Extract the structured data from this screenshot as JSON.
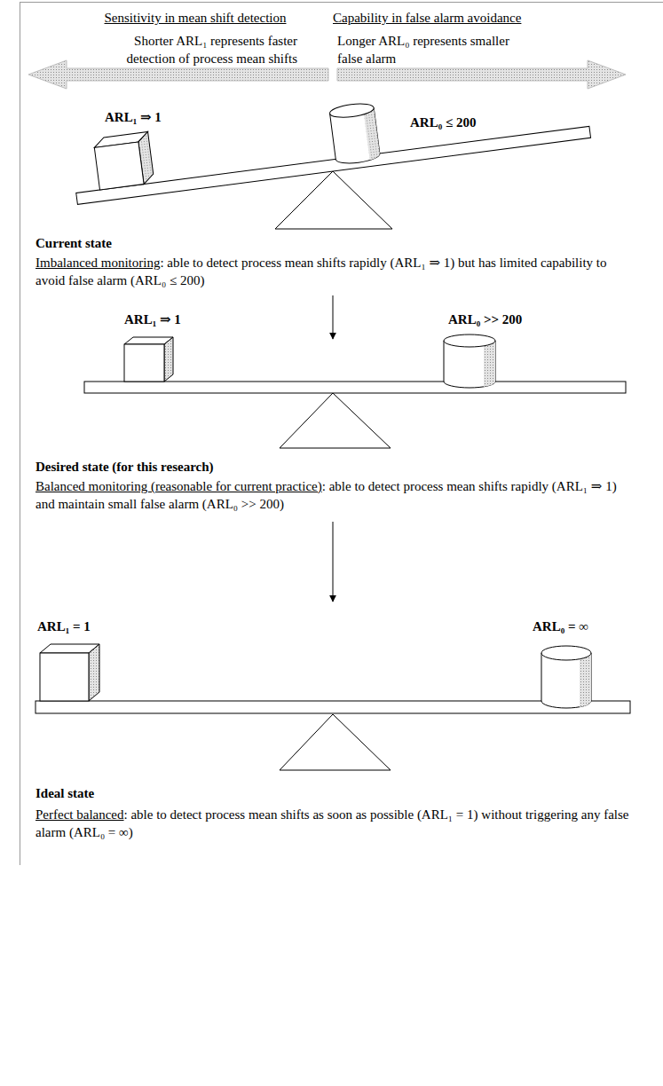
{
  "diagram": {
    "labels": [
      "Sensitivity in mean shift detection",
      "Capability in false alarm avoidance",
      "Shorter ARL₁ represents faster detection of process mean shifts",
      "Longer ARL₀ represents smaller false alarm",
      "ARL₁ ⇒ 1",
      "ARL₀ ≤ 200",
      "Current state",
      "Imbalanced monitoring",
      ": able to detect process mean shifts rapidly (ARL₁ ⇒ 1) but has limited capability to avoid false alarm (ARL₀ ≤ 200)",
      "ARL₁ ⇒ 1",
      "ARL₀ >> 200",
      "Desired state (for this research)",
      "Balanced monitoring (reasonable for current practice)",
      ": able to detect process mean shifts rapidly (ARL₁ ⇒ 1) and maintain small false alarm (ARL₀ >> 200)",
      "ARL₁ = 1",
      "ARL₀ = ∞",
      "Ideal state",
      "Perfect balanced",
      ": able to detect process mean shifts as soon as possible (ARL₁ = 1) without triggering any false alarm (ARL₀ = ∞)"
    ]
  }
}
